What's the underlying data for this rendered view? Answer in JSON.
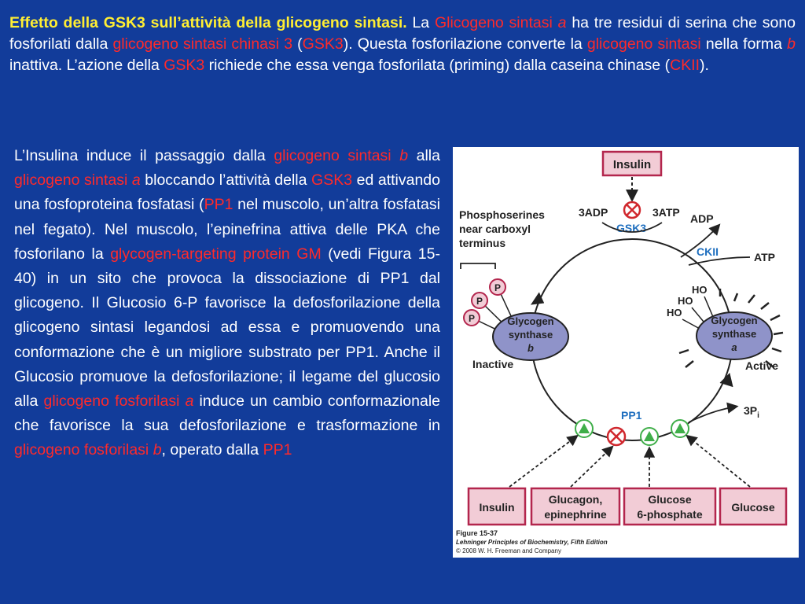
{
  "top": {
    "heading": "Effetto della GSK3 sull’attività della glicogeno sintasi.",
    "s1": " La ",
    "r1": "Glicogeno sintasi",
    "r1i": "a",
    "s2": " ha tre residui di serina che sono fosforilati dalla ",
    "r2": "glicogeno sintasi chinasi 3",
    "s3": " (",
    "r3": "GSK3",
    "s4": "). Questa fosforilazione converte la ",
    "r4": "glicogeno sintasi",
    "s5": " nella forma ",
    "r5i": "b",
    "s6": " inattiva. L’azione della ",
    "r6": "GSK3",
    "s7": " richiede che essa venga fosforilata (priming) dalla caseina chinase (",
    "r7": "CKII",
    "s8": ")."
  },
  "left": {
    "p1": "L’Insulina induce il passaggio dalla ",
    "r1": "glicogeno sintasi",
    "r1i": "b",
    "p2": " alla ",
    "r2": "glicogeno sintasi",
    "r2i": "a",
    "p3": " bloccando l’attività della ",
    "r3": "GSK3",
    "p4": " ed attivando una fosfoproteina fosfatasi (",
    "r4": "PP1",
    "p5": " nel muscolo, un’altra fosfatasi nel fegato). Nel muscolo, l’epinefrina attiva delle PKA che fosforilano la ",
    "r5": "glycogen-targeting protein GM",
    "p6": " (vedi Figura 15-40) in un sito che provoca la dissociazione di PP1 dal glicogeno. Il Glucosio 6-P favorisce la defosforilazione della glicogeno sintasi legandosi ad essa e promuovendo una conformazione che è un migliore substrato per PP1. Anche il Glucosio promuove la defosforilazione; il legame del glucosio alla ",
    "r6": "glicogeno fosforilasi",
    "r6i": "a",
    "p7": " induce un cambio conformazionale che favorisce la sua defosforilazione e trasformazione in ",
    "r7": "glicogeno fosforilasi",
    "r7i": "b",
    "p8": ", operato dalla ",
    "r8": "PP1"
  },
  "figure": {
    "insulin_top": "Insulin",
    "adp3": "3ADP",
    "atp3": "3ATP",
    "gsk3": "GSK3",
    "adp": "ADP",
    "ckii": "CKII",
    "atp": "ATP",
    "phospho_l1": "Phosphoserines",
    "phospho_l2": "near carboxyl",
    "phospho_l3": "terminus",
    "p_label": "P",
    "ho_label": "HO",
    "gs_b_l1": "Glycogen",
    "gs_b_l2": "synthase",
    "gs_b_l3": "b",
    "inactive": "Inactive",
    "gs_a_l1": "Glycogen",
    "gs_a_l2": "synthase",
    "gs_a_l3": "a",
    "active": "Active",
    "pp1": "PP1",
    "pi3": "3P",
    "pi_sub": "i",
    "box_insulin": "Insulin",
    "box_glucagon_l1": "Glucagon,",
    "box_glucagon_l2": "epinephrine",
    "box_g6p_l1": "Glucose",
    "box_g6p_l2": "6-phosphate",
    "box_glucose": "Glucose",
    "caption_l1": "Figure 15-37",
    "caption_l2": "Lehninger Principles of Biochemistry, Fifth Edition",
    "caption_l3": "© 2008 W. H. Freeman and Company"
  },
  "colors": {
    "background": "#123c9a",
    "highlight_red": "#ff2a2a",
    "heading_yellow": "#ffee33",
    "box_pink": "#f2ccd6",
    "box_border": "#b3264d",
    "enzyme_blue": "#1f6fbf",
    "ellipse_fill": "#8f93c9",
    "activator_green": "#3fae49",
    "inhibitor_red": "#d0282e"
  }
}
